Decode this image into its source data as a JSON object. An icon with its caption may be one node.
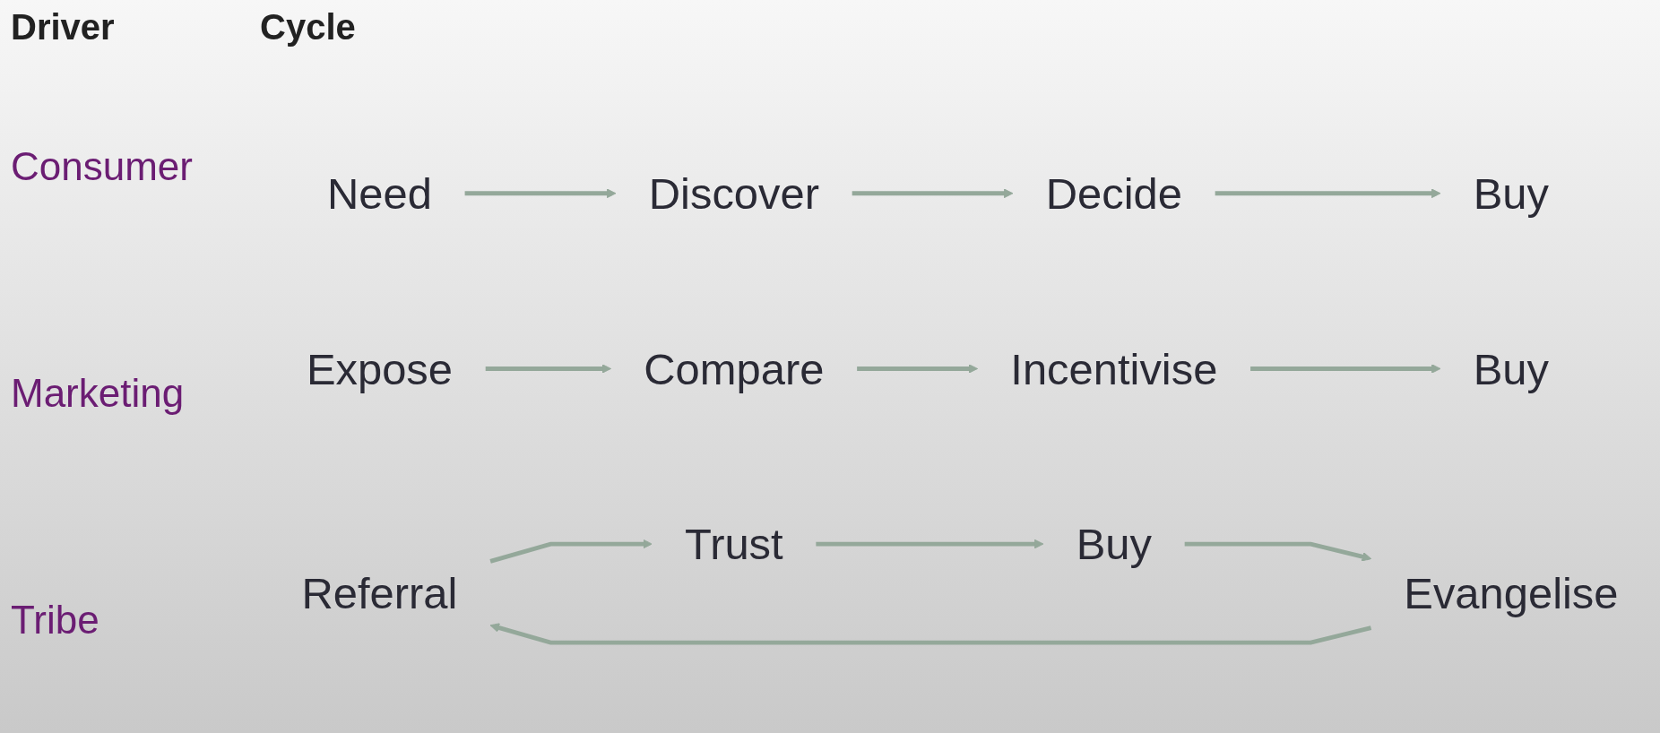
{
  "diagram": {
    "nodes": [
      {
        "text": [
          "Need"
        ]
      },
      {
        "text": [
          "Discover"
        ]
      },
      {
        "text": [
          "Decide"
        ]
      },
      {
        "text": [
          "Buy"
        ]
      },
      {
        "text": [
          "Expose"
        ]
      },
      {
        "text": [
          "Compare"
        ]
      },
      {
        "text": [
          "Incentivise"
        ]
      },
      {
        "text": [
          "Buy"
        ]
      },
      {
        "text": [
          "Referral"
        ]
      },
      {
        "text": [
          "Trust"
        ]
      },
      {
        "text": [
          "Buy"
        ]
      },
      {
        "text": [
          "Evangelise"
        ]
      }
    ],
    "edges": [
      {
        "from": 0,
        "to": 1,
        "arrow": "to"
      },
      {
        "from": 1,
        "to": 2,
        "arrow": "to"
      },
      {
        "from": 2,
        "to": 3,
        "arrow": "to"
      },
      {
        "from": 4,
        "to": 5,
        "arrow": "to"
      },
      {
        "from": 5,
        "to": 6,
        "arrow": "to"
      },
      {
        "from": 6,
        "to": 7,
        "arrow": "to"
      },
      {
        "from": 8,
        "to": 9,
        "arrow": "to"
      },
      {
        "from": 9,
        "to": 10,
        "arrow": "to"
      },
      {
        "from": 10,
        "to": 11,
        "arrow": "to"
      },
      {
        "from": 11,
        "to": 8,
        "arrow": "to"
      }
    ],
    "labels": [
      "Driver",
      "Cycle",
      "Consumer",
      "Marketing",
      "Tribe"
    ]
  }
}
